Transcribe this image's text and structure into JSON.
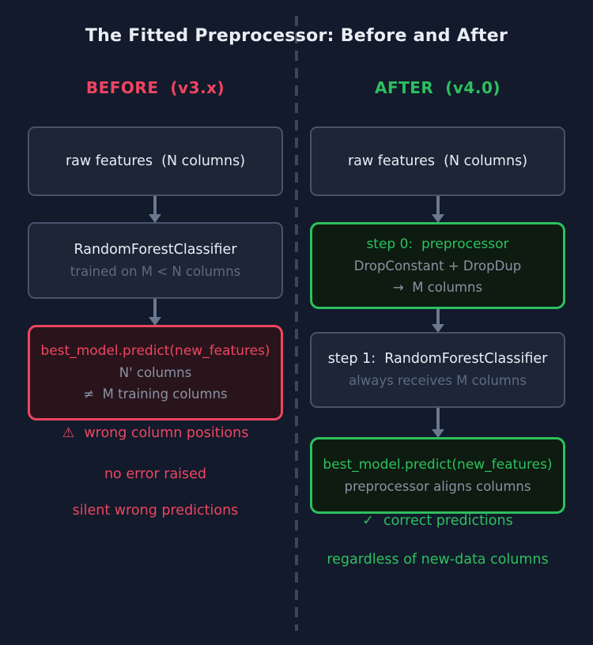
{
  "title": "The Fitted Preprocessor: Before and After",
  "colors": {
    "bg": "#121a2b",
    "box_bg": "#1d2536",
    "box_border": "#48536b",
    "text_primary": "#e9eef5",
    "text_muted": "#5d6b84",
    "text_muted_light": "#8a93a4",
    "red": "#ef4561",
    "red_box_bg": "#2a141b",
    "green": "#2dc05e",
    "green_box_bg": "#0d1b10",
    "arrow": "#6a7890",
    "divider": "#3b465c"
  },
  "before": {
    "header": "BEFORE  (v3.x)",
    "raw_features_box": {
      "line1": "raw features  (N columns)"
    },
    "classifier_box": {
      "line1": "RandomForestClassifier",
      "line2": "trained on M < N columns"
    },
    "predict_box": {
      "line1": "best_model.predict(new_features)",
      "line2": "N' columns",
      "line3": "≠  M training columns"
    },
    "notes": [
      {
        "icon": "⚠",
        "text": "wrong column positions"
      },
      {
        "text": "no error raised"
      },
      {
        "text": "silent wrong predictions"
      }
    ]
  },
  "after": {
    "header": "AFTER  (v4.0)",
    "raw_features_box": {
      "line1": "raw features  (N columns)"
    },
    "preprocessor_box": {
      "line1": "step 0:  preprocessor",
      "line2": "DropConstant + DropDup",
      "line3": "→  M columns"
    },
    "classifier_box": {
      "line1": "step 1:  RandomForestClassifier",
      "line2": "always receives M columns"
    },
    "predict_box": {
      "line1": "best_model.predict(new_features)",
      "line2": "preprocessor aligns columns"
    },
    "notes": [
      {
        "icon": "✓",
        "text": "correct predictions"
      },
      {
        "text": "regardless of new-data columns"
      }
    ]
  }
}
